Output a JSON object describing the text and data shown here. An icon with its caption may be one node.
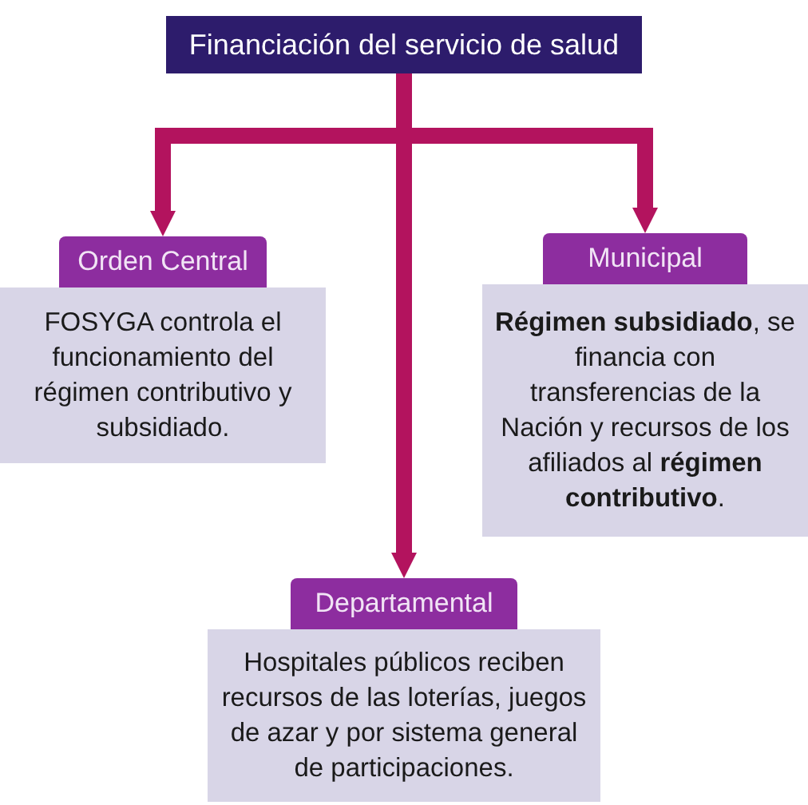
{
  "diagram": {
    "nodes": [
      {
        "text": [
          "Financiación del servicio de salud"
        ]
      },
      {
        "text": [
          "Orden Central",
          "FOSYGA controla el funcionamiento del régimen contributivo y subsidiado."
        ]
      },
      {
        "text": [
          "Municipal",
          "**Régimen subsidiado**, se financia con transferencias de la Nación y recursos de los afiliados al **régimen contributivo**."
        ]
      },
      {
        "text": [
          "Departamental",
          "Hospitales públicos reciben recursos de las loterías, juegos de azar y por sistema general de participaciones."
        ]
      }
    ],
    "edges": [
      {
        "from": 0,
        "to": 1,
        "arrow": "to"
      },
      {
        "from": 0,
        "to": 3,
        "arrow": "to"
      },
      {
        "from": 0,
        "to": 2,
        "arrow": "to"
      }
    ]
  }
}
